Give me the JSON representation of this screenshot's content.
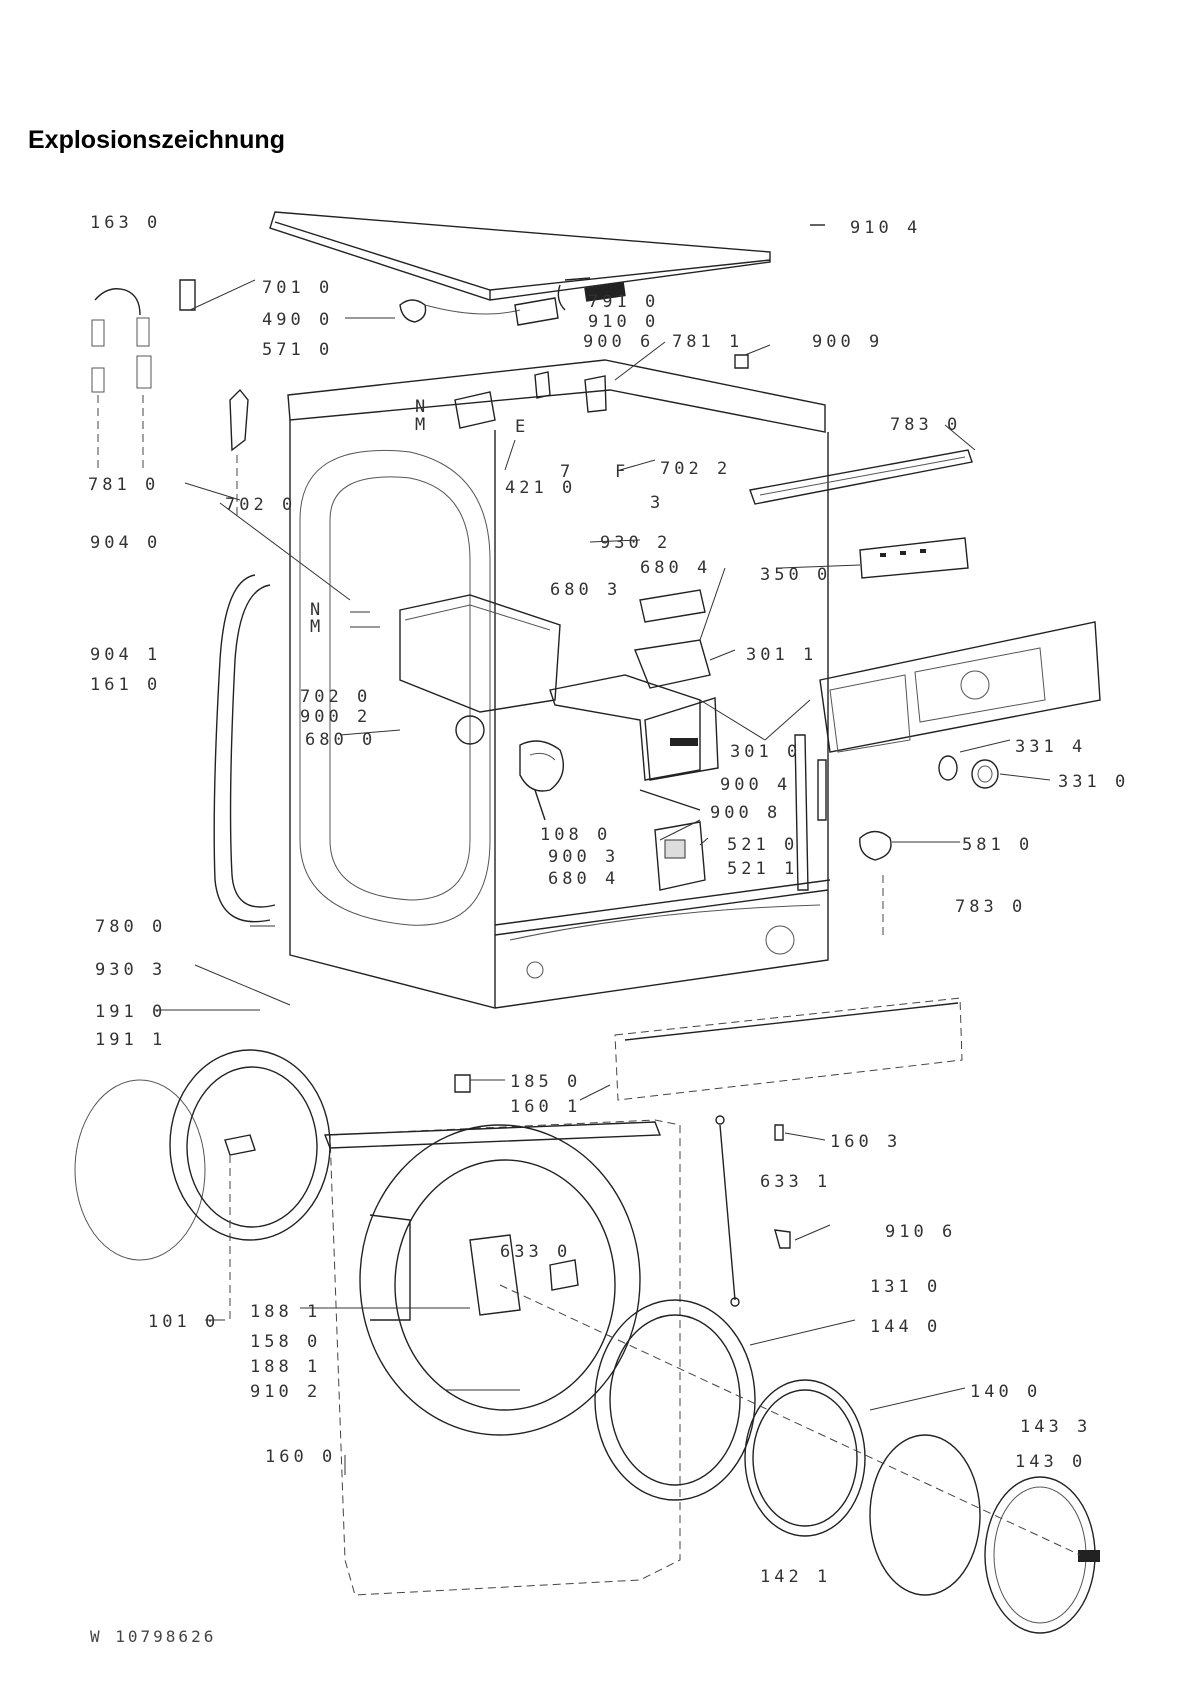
{
  "title": "Explosionszeichnung",
  "drawing_code": "W 10798626",
  "labels": [
    "163 0",
    "910 4",
    "701 0",
    "490 0",
    "571 0",
    "791 0",
    "910 0",
    "900 6",
    "781 1",
    "900 9",
    "783 0",
    "781 0",
    "702 0",
    "421 0",
    "702 2",
    "930 2",
    "904 0",
    "680 3",
    "680 4",
    "350 0",
    "904 1",
    "161 0",
    "702 0",
    "900 2",
    "680 0",
    "301 1",
    "301 0",
    "331 4",
    "331 0",
    "900 4",
    "900 8",
    "108 0",
    "900 3",
    "680 4",
    "521 0",
    "521 1",
    "581 0",
    "783 0",
    "780 0",
    "930 3",
    "191 0",
    "191 1",
    "185 0",
    "160 1",
    "160 3",
    "633 1",
    "910 6",
    "633 0",
    "131 0",
    "144 0",
    "101 0",
    "188 1",
    "158 0",
    "188 1",
    "910 2",
    "140 0",
    "143 3",
    "160 0",
    "143 0",
    "142 1"
  ],
  "markers": [
    "N",
    "M",
    "N",
    "M",
    "E",
    "7",
    "F",
    "3"
  ]
}
